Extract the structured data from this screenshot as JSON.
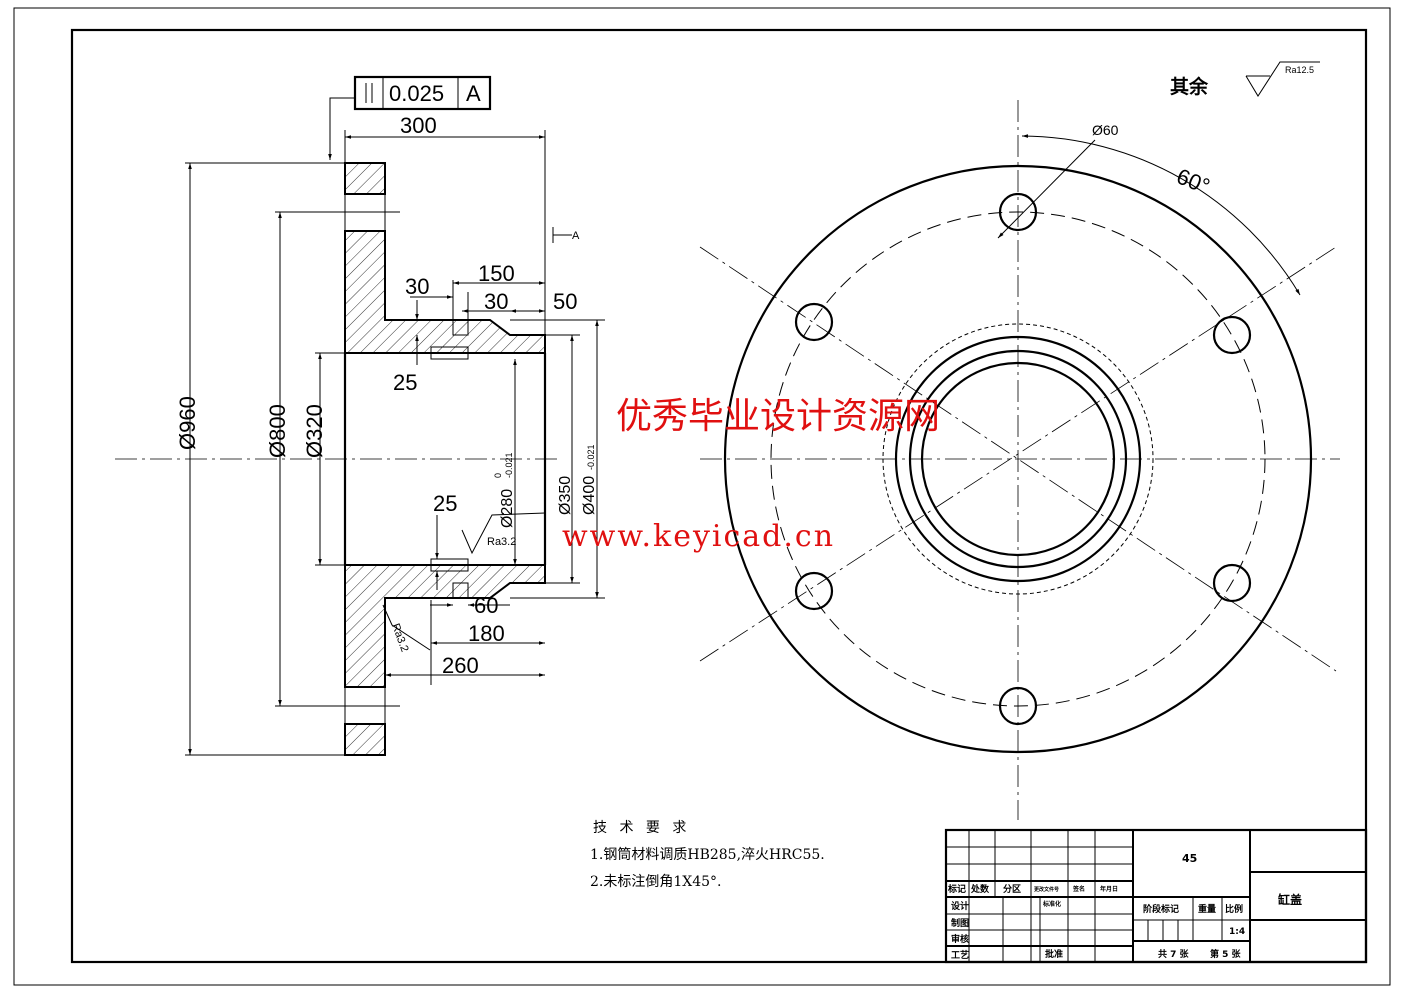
{
  "tolerance_frame": {
    "value": "0.025",
    "datum": "A"
  },
  "datum_label": "A",
  "surface_note": {
    "label": "其余",
    "roughness": "Ra12.5"
  },
  "section_dims": {
    "d300": "300",
    "d150": "150",
    "d30a": "30",
    "d30b": "30",
    "d50": "50",
    "d25a": "25",
    "d25b": "25",
    "d60": "60",
    "d180": "180",
    "d260": "260",
    "dia960": "Ø960",
    "dia800": "Ø800",
    "dia320": "Ø320",
    "dia280": "Ø280",
    "tol280_up": "0",
    "tol280_low": "-0.021",
    "dia350": "Ø350",
    "dia400": "Ø400",
    "tol400": "-0.021",
    "ra32a": "Ra3.2",
    "ra32b": "Ra3.2"
  },
  "end_view": {
    "hole_dia": "Ø60",
    "angle": "60°"
  },
  "watermark": {
    "title": "优秀毕业设计资源网",
    "url": "www.keyicad.cn"
  },
  "tech_requirements": {
    "title": "技 术 要 求",
    "items": [
      "1.钢筒材料调质HB285,淬火HRC55.",
      "2.未标注倒角1X45°."
    ]
  },
  "title_block": {
    "material": "45",
    "part_name": "缸盖",
    "header": [
      "标记",
      "处数",
      "分区",
      "更改文件号",
      "签名",
      "年月日"
    ],
    "roles": [
      "设计",
      "制图",
      "审核",
      "工艺"
    ],
    "std": "标准化",
    "approve": "批准",
    "stage": "阶段标记",
    "weight": "重量",
    "scale_label": "比例",
    "scale": "1:4",
    "sheets": "共 7 张",
    "sheet": "第 5 张"
  }
}
